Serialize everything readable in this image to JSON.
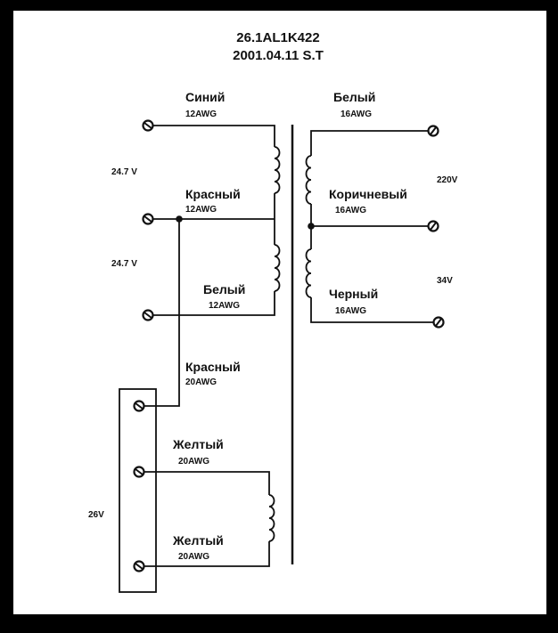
{
  "title": {
    "line1": "26.1AL1K422",
    "line2": "2001.04.11  S.T"
  },
  "primary": {
    "wires": [
      {
        "color": "Синий",
        "gauge": "12AWG"
      },
      {
        "color": "Красный",
        "gauge": "12AWG"
      },
      {
        "color": "Белый",
        "gauge": "12AWG"
      }
    ],
    "voltages": [
      "24.7 V",
      "24.7 V"
    ]
  },
  "secondary": {
    "wires": [
      {
        "color": "Белый",
        "gauge": "16AWG"
      },
      {
        "color": "Коричневый",
        "gauge": "16AWG"
      },
      {
        "color": "Черный",
        "gauge": "16AWG"
      }
    ],
    "voltages": [
      "220V",
      "34V"
    ]
  },
  "aux": {
    "wires": [
      {
        "color": "Красный",
        "gauge": "20AWG"
      },
      {
        "color": "Желтый",
        "gauge": "20AWG"
      },
      {
        "color": "Желтый",
        "gauge": "20AWG"
      }
    ],
    "voltage": "26V"
  }
}
